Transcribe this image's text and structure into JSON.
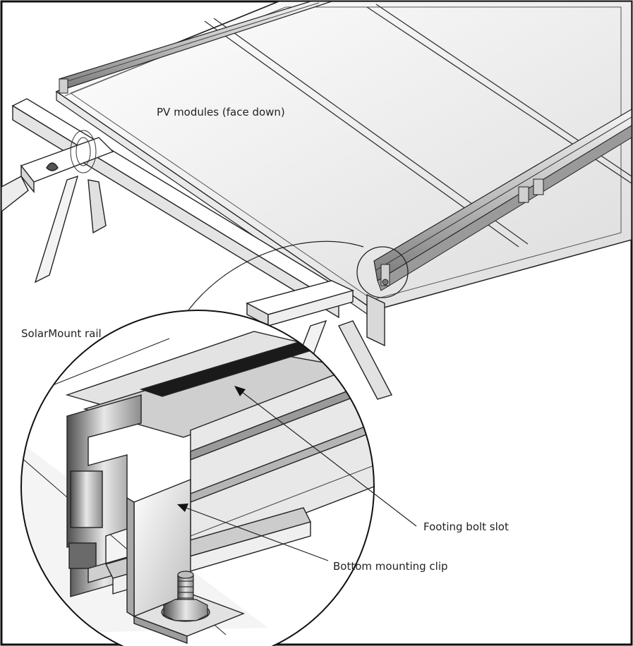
{
  "labels": {
    "pv_modules": "PV modules (face down)",
    "solarmount_rail": "SolarMount rail",
    "footing_bolt_slot": "Footing bolt slot",
    "bottom_mounting_clip": "Bottom mounting clip"
  },
  "colors": {
    "frame": "#111111",
    "line": "#222222",
    "panel_light": "#f2f2f2",
    "panel_mid": "#d9d9d9",
    "metal_dark": "#555555",
    "metal_light": "#e6e6e6"
  }
}
